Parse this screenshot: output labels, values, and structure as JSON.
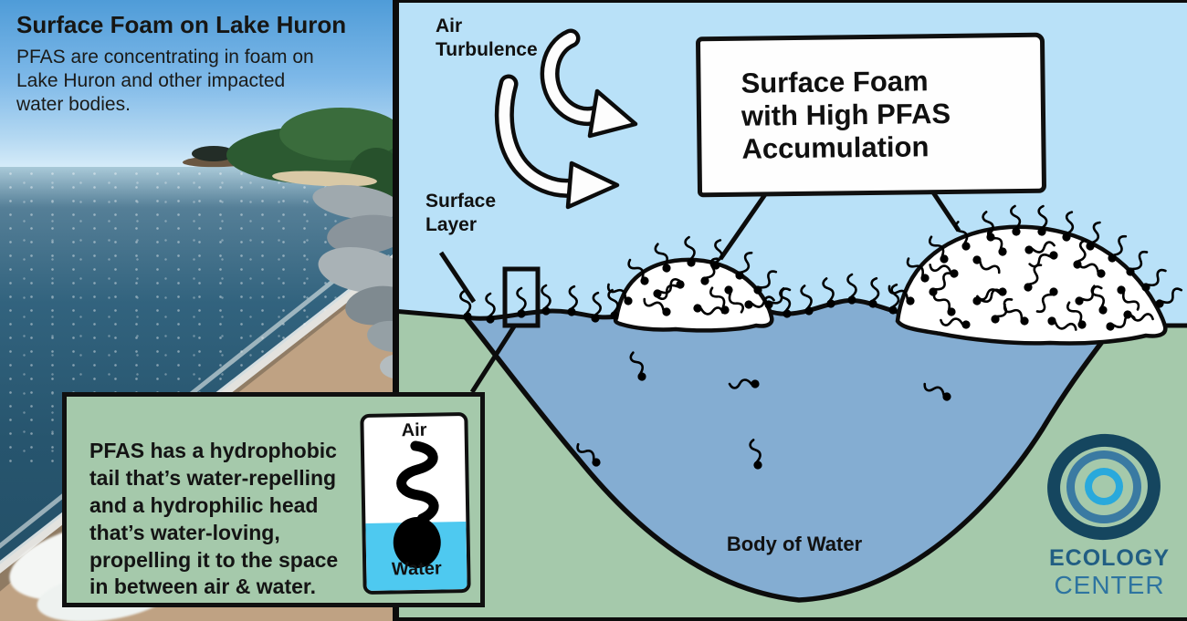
{
  "photo": {
    "title": "Surface Foam on Lake Huron",
    "subtitle": "PFAS are concentrating in foam on\nLake Huron and other impacted\nwater bodies."
  },
  "diagram": {
    "air_turbulence": "Air\nTurbulence",
    "surface_layer": "Surface\nLayer",
    "callout": "Surface Foam\nwith High PFAS\nAccumulation",
    "body_of_water": "Body of Water"
  },
  "inset": {
    "text": "PFAS has a hydrophobic\ntail that’s water-repelling\nand a hydrophilic head\nthat’s water-loving,\npropelling it to the space\nin between air & water.",
    "air_label": "Air",
    "water_label": "Water"
  },
  "logo": {
    "line1": "ECOLOGY",
    "line2": "CENTER"
  },
  "colors": {
    "diagram_sky": "#b9e1f8",
    "water_blue": "#84add2",
    "land_green": "#a5c9ab",
    "inset_card_water": "#4ec9f0",
    "foam_white": "#ffffff",
    "molecule_black": "#000000",
    "logo_outer_ring": "#15465f",
    "logo_middle_ring": "#3a7aa2",
    "logo_inner_ring": "#29a9dc",
    "logo_text_bold": "#215e83",
    "logo_text_light": "#2e74a0"
  }
}
